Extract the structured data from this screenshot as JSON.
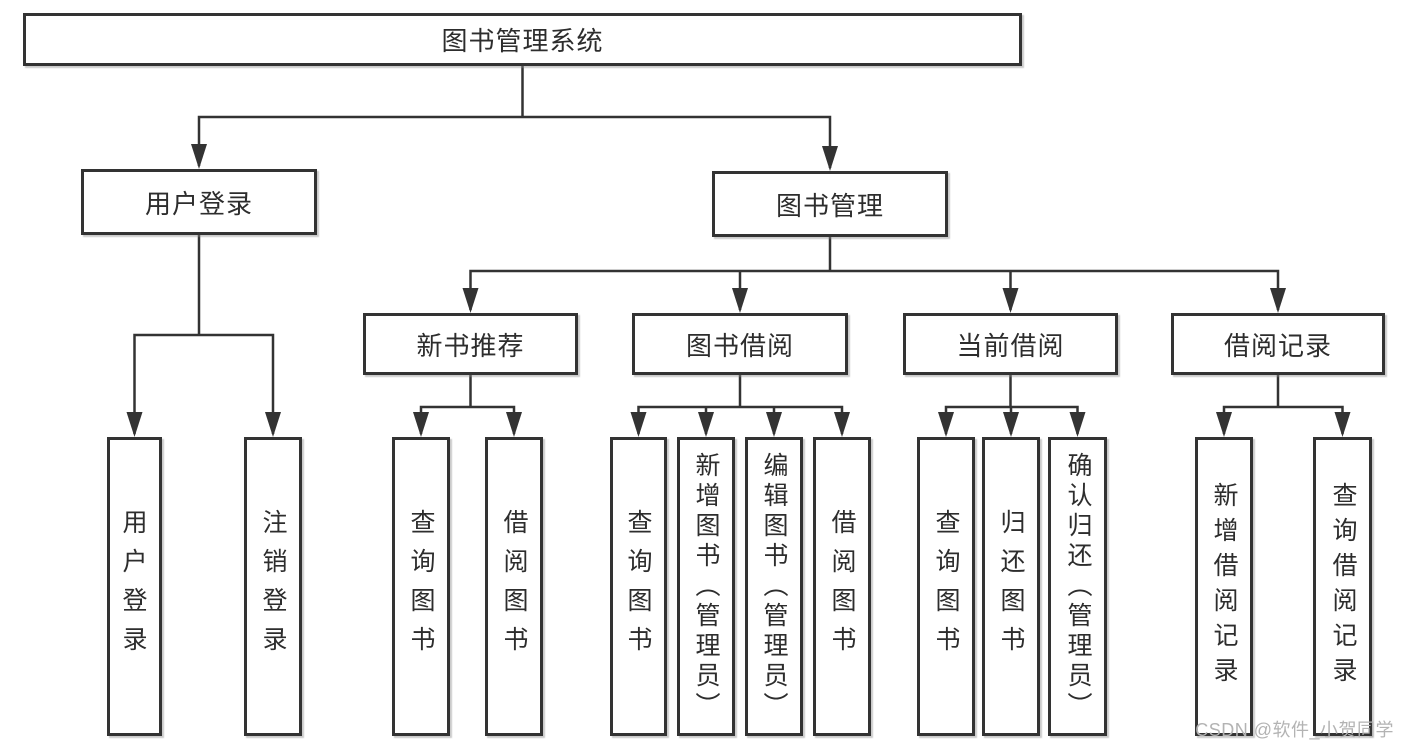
{
  "nodes": {
    "root": "图书管理系统",
    "level1": [
      "用户登录",
      "图书管理"
    ],
    "level2": [
      "新书推荐",
      "图书借阅",
      "当前借阅",
      "借阅记录"
    ],
    "leaves": [
      "用户登录",
      "注销登录",
      "查询图书",
      "借阅图书",
      "查询图书",
      "新增图书（管理员）",
      "编辑图书（管理员）",
      "借阅图书",
      "查询图书",
      "归还图书",
      "确认归还（管理员）",
      "新增借阅记录",
      "查询借阅记录"
    ]
  },
  "tree": {
    "label": "图书管理系统",
    "children": [
      {
        "label": "用户登录",
        "children": [
          {
            "label": "用户登录"
          },
          {
            "label": "注销登录"
          }
        ]
      },
      {
        "label": "图书管理",
        "children": [
          {
            "label": "新书推荐",
            "children": [
              {
                "label": "查询图书"
              },
              {
                "label": "借阅图书"
              }
            ]
          },
          {
            "label": "图书借阅",
            "children": [
              {
                "label": "查询图书"
              },
              {
                "label": "新增图书（管理员）"
              },
              {
                "label": "编辑图书（管理员）"
              },
              {
                "label": "借阅图书"
              }
            ]
          },
          {
            "label": "当前借阅",
            "children": [
              {
                "label": "查询图书"
              },
              {
                "label": "归还图书"
              },
              {
                "label": "确认归还（管理员）"
              }
            ]
          },
          {
            "label": "借阅记录",
            "children": [
              {
                "label": "新增借阅记录"
              },
              {
                "label": "查询借阅记录"
              }
            ]
          }
        ]
      }
    ]
  },
  "watermark": {
    "text": "CSDN @软件_小贺同学"
  },
  "colors": {
    "line": "#333333",
    "text": "#2d2d2d",
    "background": "#ffffff",
    "watermark": "#b3b3b3"
  }
}
